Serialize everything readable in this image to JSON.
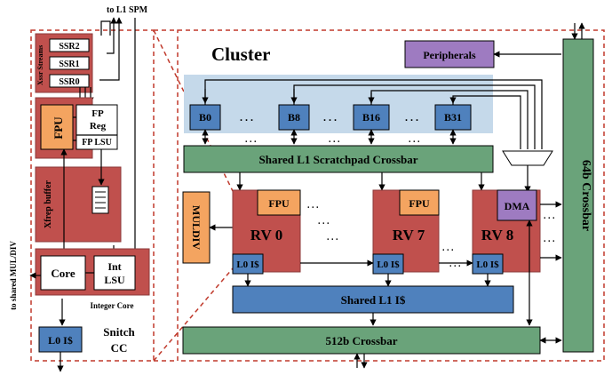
{
  "labels": {
    "to_l1_spm": "to L1 SPM",
    "to_shared_muldiv": "to shared MUL/DIV",
    "xssr_streams": "Xssr Streams",
    "ssr": [
      "SSR2",
      "SSR1",
      "SSR0"
    ],
    "fpu": "FPU",
    "fp_reg": [
      "FP",
      "Reg"
    ],
    "fp_lsu": "FP LSU",
    "xfrep_buffer": "Xfrep buffer",
    "core": "Core",
    "int_lsu": [
      "Int",
      "LSU"
    ],
    "integer_core": "Integer Core",
    "l0_icache": "L0 I$",
    "snitch_cc": [
      "Snitch",
      "CC"
    ],
    "cluster": "Cluster",
    "peripherals": "Peripherals",
    "banks": [
      "B0",
      "B8",
      "B16",
      "B31"
    ],
    "ellipsis": ". . .",
    "l1_crossbar": "Shared  L1 Scratchpad Crossbar",
    "muldiv": "MULDIV",
    "rv_cores": [
      "RV 0",
      "RV 7",
      "RV 8"
    ],
    "dma": "DMA",
    "shared_l1_icache": "Shared L1 I$",
    "crossbar_512": "512b Crossbar",
    "crossbar_64": "64b Crossbar"
  },
  "colors": {
    "red_block": "#c0504d",
    "orange_block": "#f4a460",
    "blue_block": "#4f81bd",
    "green_block": "#6aa37a",
    "purple_block": "#9e7bc1",
    "bank_backdrop": "#c5d9ea",
    "dashed_border": "#c0392b"
  }
}
